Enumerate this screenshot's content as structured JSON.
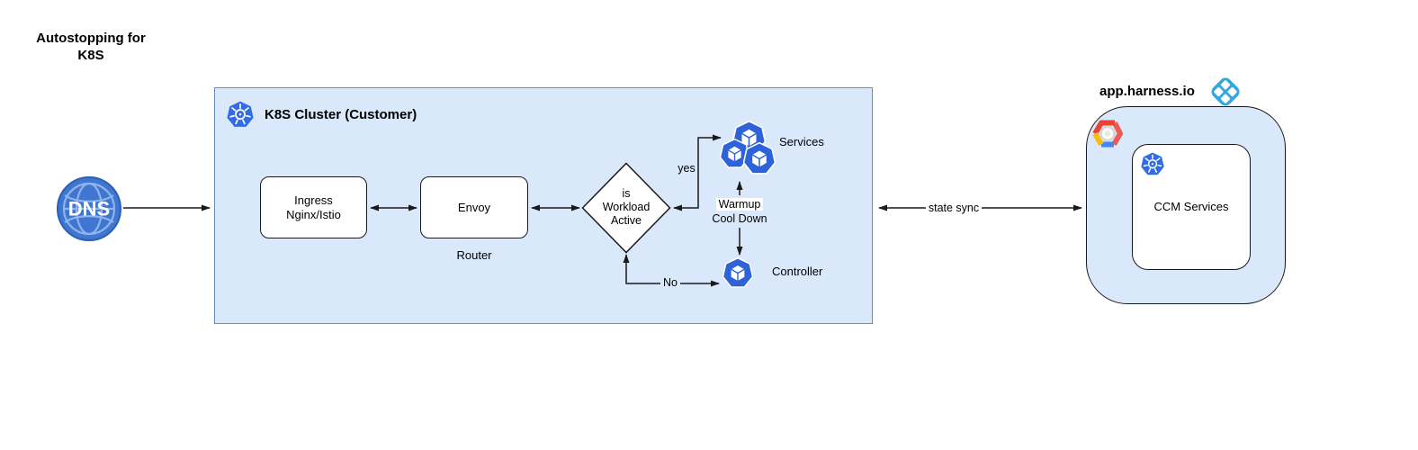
{
  "page_title": "Autostopping for\nK8S",
  "dns": {
    "label": "DNS"
  },
  "cluster": {
    "title": "K8S Cluster (Customer)",
    "fill": "#dae8fc",
    "border": "#6c8ebf",
    "nodes": {
      "ingress": "Ingress\nNginx/Istio",
      "envoy": "Envoy",
      "router_caption": "Router",
      "decision": "is\nWorkload\nActive",
      "services_label": "Services",
      "controller_label": "Controller"
    },
    "edges": {
      "yes_label": "yes",
      "no_label": "No",
      "warmup_label": "Warmup",
      "cooldown_label": "Cool Down"
    }
  },
  "state_sync_label": "state sync",
  "harness": {
    "domain": "app.harness.io",
    "ccm_label": "CCM Services"
  },
  "icons": {
    "dns_globe": "dns-globe-icon",
    "kubernetes": "kubernetes-icon",
    "workload_cube": "workload-cube-icon",
    "harness_logo": "harness-logo-icon",
    "gcp": "gcp-icon"
  },
  "colors": {
    "cluster_fill": "#dae8fc",
    "cluster_border": "#6c8ebf",
    "k8s_blue": "#326ce5",
    "cube_blue": "#2e62d9",
    "dns_blue": "#3e76d2",
    "harness_blue": "#35a7e0",
    "line": "#1a1a1a"
  }
}
